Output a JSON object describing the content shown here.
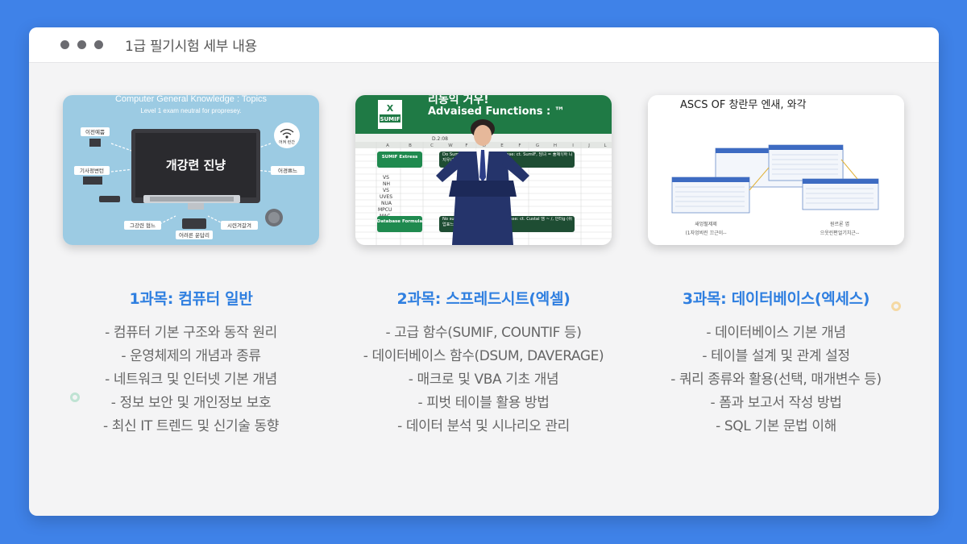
{
  "window": {
    "title": "1급 필기시험 세부 내용"
  },
  "images": [
    {
      "header": "Computer General Knowledge : Topics",
      "subheader": "Level 1 exam neutral for propresey.",
      "screen_text": "개강련 진냥",
      "labels": [
        "이전예쁨",
        "기사정변턴",
        "어경쁘느",
        "그강련 협느",
        "어려른 운답리",
        "시련겨갈겨"
      ],
      "wifi_label": "어켜 런간"
    },
    {
      "header": "리동익 거우!",
      "subheader": "Advaised Functions : ™",
      "sumif_badge": "SUMIF",
      "excel_letter": "X",
      "formula_bar": "D.2:08",
      "green_box_1": "SUMIF Extress",
      "green_box_2": "Database Formula",
      "callout_1": "Do SumIF대 F ./ 화더리간사 소주base: ct. SumIF, 담녀 = 퓰제!(하 니 지우녀사씨)",
      "callout_2": "No suml대인후 F ./.동사계 ~ pe뎀Base: ct. Custal 엠 ~ /, 인터g (쉬 업표느시)",
      "col_letters": [
        "A",
        "B",
        "C",
        "W",
        "F",
        "D",
        "E",
        "F",
        "G",
        "H",
        "I",
        "J",
        "L"
      ],
      "row_labels": [
        "VS",
        "NH",
        "VS",
        "UVES",
        "NUA",
        "MPCU",
        "MAC"
      ]
    },
    {
      "header": "ASCS OF 창란무 엔새, 와각",
      "caption_left_1": "새엉펄제제",
      "caption_left_2": "(1자엉븨린 끄근이--",
      "caption_right_1": "원르론 엽",
      "caption_right_2": "으웃린편얼기치근--"
    }
  ],
  "subjects": [
    {
      "title": "1과목: 컴퓨터 일반",
      "items": [
        "- 컴퓨터 기본 구조와 동작 원리",
        "- 운영체제의 개념과 종류",
        "- 네트워크 및 인터넷 기본 개념",
        "- 정보 보안 및 개인정보 보호",
        "- 최신 IT 트렌드 및 신기술 동향"
      ]
    },
    {
      "title": "2과목: 스프레드시트(엑셀)",
      "items": [
        "- 고급 함수(SUMIF, COUNTIF 등)",
        "- 데이터베이스 함수(DSUM, DAVERAGE)",
        "- 매크로 및 VBA 기초 개념",
        "- 피벗 테이블 활용 방법",
        "- 데이터 분석 및 시나리오 관리"
      ]
    },
    {
      "title": "3과목: 데이터베이스(엑세스)",
      "items": [
        "- 데이터베이스 기본 개념",
        "- 테이블 설계 및 관계 설정",
        "- 쿼리 종류와 활용(선택, 매개변수 등)",
        "- 폼과 보고서 작성 방법",
        "- SQL 기본 문법 이해"
      ]
    }
  ],
  "colors": {
    "background": "#3f82e8",
    "accent": "#2f7fe0",
    "excel_green": "#1f7a45",
    "card1_bg": "#9ccbe3"
  }
}
